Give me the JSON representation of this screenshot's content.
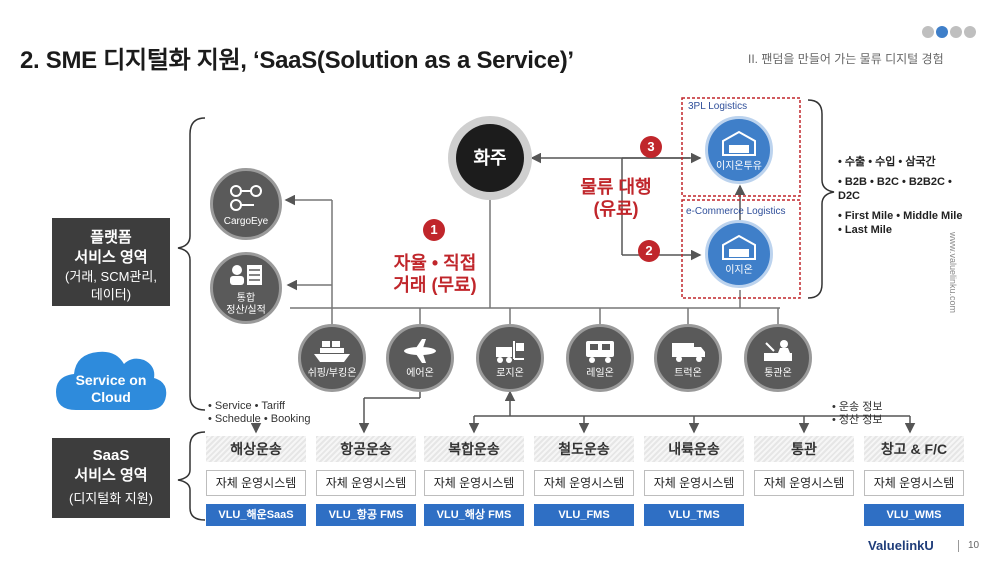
{
  "header": {
    "title": "2. SME 디지털화 지원, ‘SaaS(Solution as a Service)’",
    "subtitle": "II.  팬덤을 만들어 가는 물류 디지털 경험",
    "side_url": "www.valuelinku.com"
  },
  "left_panels": {
    "platform": {
      "title1": "플랫폼",
      "title2": "서비스 영역",
      "desc1": "(거래, SCM관리,",
      "desc2": "데이터)"
    },
    "cloud": {
      "label1": "Service on",
      "label2": "Cloud"
    },
    "saas": {
      "title1": "SaaS",
      "title2": "서비스 영역",
      "desc": "(디지털화 지원)"
    }
  },
  "shipper": {
    "label": "화주"
  },
  "platform_tools": [
    {
      "label": "CargoEye",
      "icon": "link-icon"
    },
    {
      "label1": "통합",
      "label2": "정산/실적",
      "icon": "ledger-icon"
    }
  ],
  "annotations": {
    "badge1": "1",
    "badge2": "2",
    "badge3": "3",
    "free_trade1": "자율 • 직접",
    "free_trade2": "거래 (무료)",
    "paid1": "물류 대행",
    "paid2": "(유료)",
    "tpl_label": "3PL Logistics",
    "ecom_label": "e-Commerce  Logistics",
    "tpl_service": "이지온투유",
    "ecom_service": "이지온"
  },
  "platforms": [
    {
      "label": "쉬핑/부킹온",
      "icon": "ship-icon"
    },
    {
      "label": "에어온",
      "icon": "airplane-icon"
    },
    {
      "label": "로지온",
      "icon": "forklift-icon"
    },
    {
      "label": "레일온",
      "icon": "train-icon"
    },
    {
      "label": "트럭온",
      "icon": "truck-icon"
    },
    {
      "label": "통관온",
      "icon": "customs-icon"
    }
  ],
  "notes": {
    "left1": "• Service   • Tariff",
    "left2": "• Schedule • Booking",
    "right1": "• 운송 정보",
    "right2": "• 정산 정보"
  },
  "services": [
    {
      "name": "해상운송",
      "system": "자체 운영시스템",
      "product": "VLU_해운SaaS"
    },
    {
      "name": "항공운송",
      "system": "자체 운영시스템",
      "product": "VLU_항공 FMS"
    },
    {
      "name": "복합운송",
      "system": "자체 운영시스템",
      "product": "VLU_해상 FMS"
    },
    {
      "name": "철도운송",
      "system": "자체 운영시스템",
      "product": "VLU_FMS"
    },
    {
      "name": "내륙운송",
      "system": "자체 운영시스템",
      "product": "VLU_TMS"
    },
    {
      "name": "통관",
      "system": "자체 운영시스템",
      "product": ""
    },
    {
      "name": "창고 & F/C",
      "system": "자체 운영시스템",
      "product": "VLU_WMS"
    }
  ],
  "right_bullets": [
    "• 수출 • 수입 • 삼국간",
    "• B2B • B2C • B2B2C • D2C",
    "• First Mile • Middle Mile • Last Mile"
  ],
  "footer": {
    "logo": "ValuelinkU",
    "page": "10"
  },
  "colors": {
    "dark": "#3d3d3d",
    "blue": "#2f6fc4",
    "red": "#c0262b",
    "circle": "#5a5a5a"
  }
}
